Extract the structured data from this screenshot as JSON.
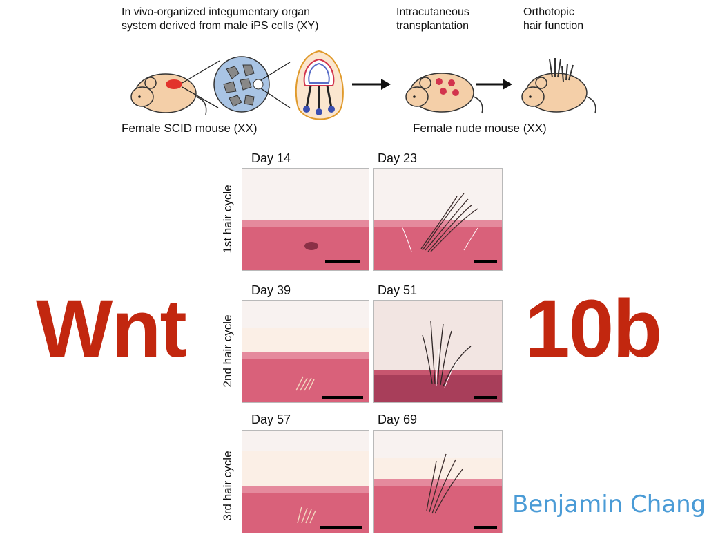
{
  "schematic": {
    "organ_text": [
      "In vivo-organized integumentary organ",
      "system derived from male iPS cells (XY)"
    ],
    "transplant_text": [
      "Intracutaneous",
      "transplantation"
    ],
    "function_text": [
      "Orthotopic",
      "hair function"
    ],
    "donor_caption": "Female SCID mouse (XX)",
    "recipient_caption": "Female nude mouse (XX)"
  },
  "cycles": [
    {
      "label": "1st hair cycle",
      "days": [
        "Day 14",
        "Day 23"
      ]
    },
    {
      "label": "2nd hair cycle",
      "days": [
        "Day 39",
        "Day 51"
      ]
    },
    {
      "label": "3rd hair cycle",
      "days": [
        "Day 57",
        "Day 69"
      ]
    }
  ],
  "overlay": {
    "left": "Wnt",
    "right": "10b",
    "credit": "Benjamin Chang"
  },
  "colors": {
    "overlay_red": "#c2270f",
    "credit_blue": "#4a9bd6",
    "skin_pink": "#d9617a"
  }
}
